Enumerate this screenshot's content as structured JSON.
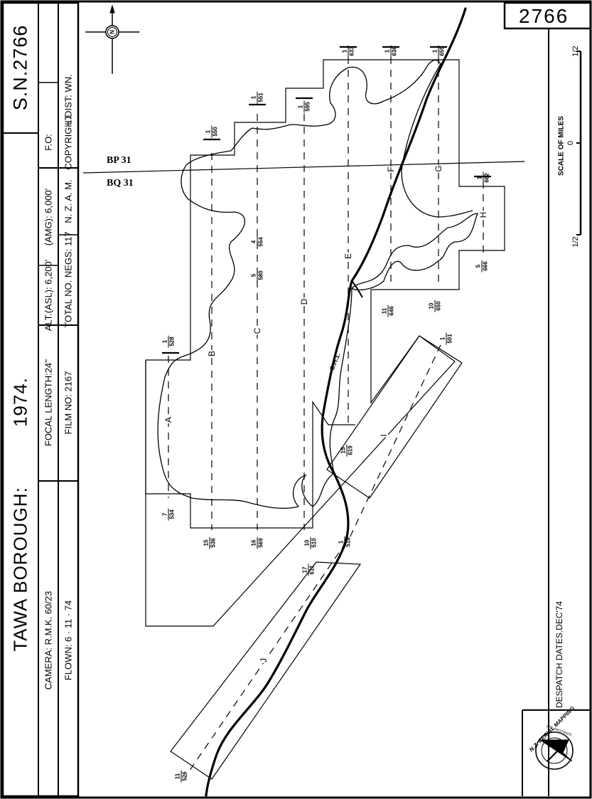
{
  "title_block": {
    "title": "TAWA BOROUGH:",
    "year": "1974.",
    "sn": "S.N.2766",
    "camera": "CAMERA: R.M.K. 60/23",
    "focal_length": "FOCAL  LENGTH:24''",
    "alt_asl": "ALT.(ASL): 6,200'",
    "amg": "(AMG): 6,000'",
    "fo": "F.O:",
    "flown": "FLOWN: 6 · 11 · 74",
    "film_no": "FILM  NO: 2167",
    "total_negs": "TOTAL  NO.  NEGS: 117",
    "nzam": "N. Z. A. M.",
    "copyright": "COPYRIGHT",
    "l_dist": "L.DIST: WN."
  },
  "sheet_number": "2766",
  "despatch": "DESPATCH  DATES.DEC'74",
  "scale": {
    "title": "SCALE OF MILES",
    "left": "1/2",
    "zero": "0",
    "right": "1/2"
  },
  "north_symbol": "N",
  "map_sheets": {
    "upper": "BP 31",
    "lower": "BQ 31"
  },
  "road_label": "S.H.1.",
  "logo_text": {
    "top": "N.Z. AERIAL MAPPING",
    "ring": "LTD. HASTINGS"
  },
  "runs": [
    {
      "id": "A",
      "label": "A",
      "start": {
        "top": "7",
        "bottom": "534"
      },
      "end": {
        "top": "1",
        "bottom": "528"
      }
    },
    {
      "id": "B",
      "label": "B",
      "start": {
        "top": "15",
        "bottom": "536"
      },
      "end": {
        "top": "1",
        "bottom": "550"
      }
    },
    {
      "id": "C",
      "label": "C",
      "start": {
        "top": "16",
        "bottom": "569"
      },
      "end": {
        "top": "1",
        "bottom": "551"
      }
    },
    {
      "id": "D",
      "label": "D",
      "start": {
        "top": "10",
        "bottom": "510"
      },
      "end": {
        "top": "1",
        "bottom": "595"
      }
    },
    {
      "id": "E",
      "label": "E",
      "start": {
        "top": "11",
        "bottom": "646"
      },
      "end": {
        "top": "1",
        "bottom": "633"
      }
    },
    {
      "id": "F",
      "label": "F",
      "start": {
        "top": "10",
        "bottom": "650"
      },
      "end": {
        "top": "1",
        "bottom": "636"
      }
    },
    {
      "id": "G",
      "label": "G",
      "start": {
        "top": "5",
        "bottom": "666"
      },
      "end": {
        "top": "1",
        "bottom": "659"
      }
    },
    {
      "id": "H",
      "label": "H",
      "start": {
        "top": "4",
        "bottom": "554"
      },
      "end": {
        "top": "1",
        "bottom": "662"
      }
    },
    {
      "id": "I",
      "label": "I",
      "start": {
        "top": "1",
        "bottom": "516"
      },
      "end": {
        "top": "1",
        "bottom": "501"
      }
    },
    {
      "id": "J",
      "label": "J",
      "start": {
        "top": "11",
        "bottom": "526"
      },
      "end": {
        "top": "17",
        "bottom": "611"
      }
    }
  ],
  "extra_labels": [
    {
      "id": "C2",
      "top": "5",
      "bottom": "580"
    },
    {
      "id": "K",
      "top": "15",
      "bottom": "619"
    }
  ]
}
